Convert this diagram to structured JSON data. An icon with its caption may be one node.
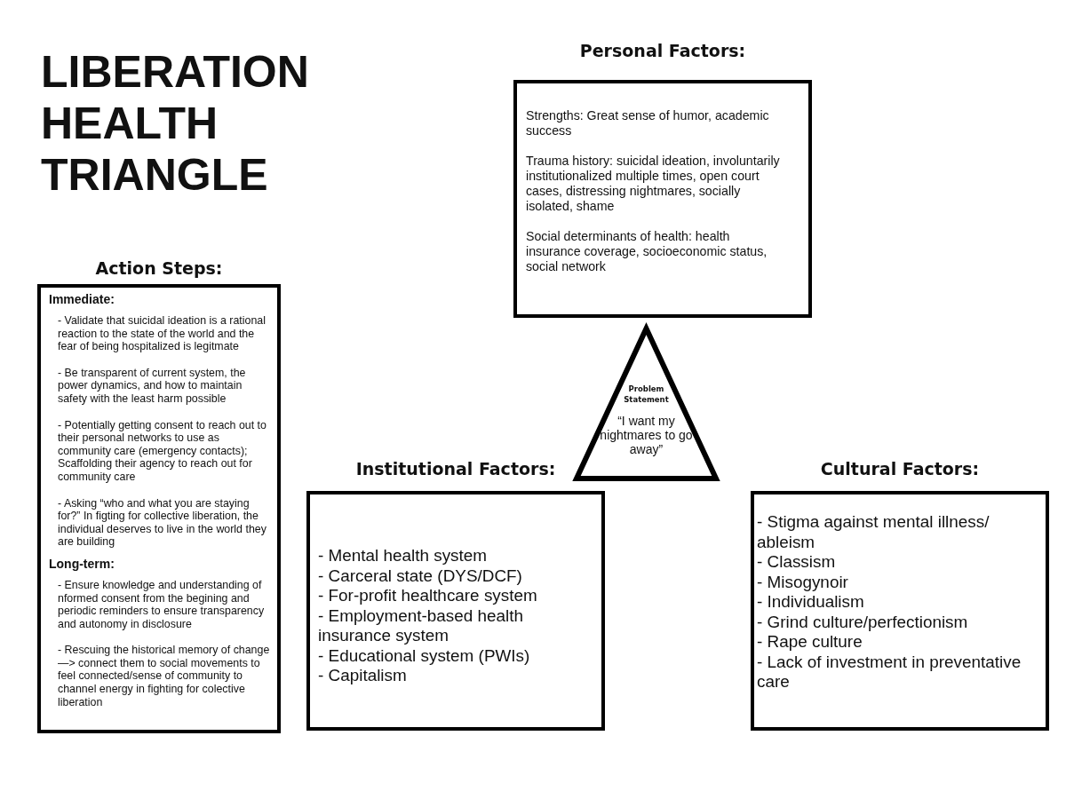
{
  "diagram": {
    "title": "LIBERATION HEALTH TRIANGLE",
    "nodes": [
      {
        "text": [
          "Personal Factors:",
          "Strengths: Great sense of humor, academic success",
          "Trauma history: suicidal ideation, involuntarily institutionalized multiple times, open court cases, distressing nightmares, socially isolated, shame",
          "Social determinants of health: health insurance coverage, socioeconomic status, social network"
        ]
      },
      {
        "text": [
          "Action Steps:",
          "Immediate:",
          "- Validate that suicidal ideation is a rational reaction to the state of the world and the fear of being hospitalized is legitmate",
          "- Be transparent of current system, the power dynamics, and how to maintain safety with the least harm possible",
          "- Potentially getting consent to reach out to their personal networks to use as community care (emergency contacts); Scaffolding their agency to reach out for community care",
          "- Asking “who and what you are staying for?” In figting for collective liberation, the individual deserves to live in the world they are building",
          "Long-term:",
          "- Ensure knowledge and understanding of nformed consent from the begining and periodic reminders to ensure transparency and autonomy in disclosure",
          "- Rescuing the historical memory of change —> connect them to social movements to feel connected/sense of community to channel energy in fighting for colective liberation"
        ]
      },
      {
        "text": [
          "Problem Statement",
          "“I want my nightmares to go away”"
        ]
      },
      {
        "text": [
          "Institutional Factors:",
          "- Mental health system",
          "- Carceral state (DYS/DCF)",
          "- For-profit healthcare system",
          "- Employment-based health insurance system",
          "- Educational system (PWIs)",
          "- Capitalism"
        ]
      },
      {
        "text": [
          "Cultural Factors:",
          "- Stigma against mental illness/ ableism",
          "- Classism",
          "- Misogynoir",
          "- Individualism",
          "- Grind culture/perfectionism",
          "- Rape culture",
          "- Lack of investment in preventative care"
        ]
      }
    ]
  }
}
